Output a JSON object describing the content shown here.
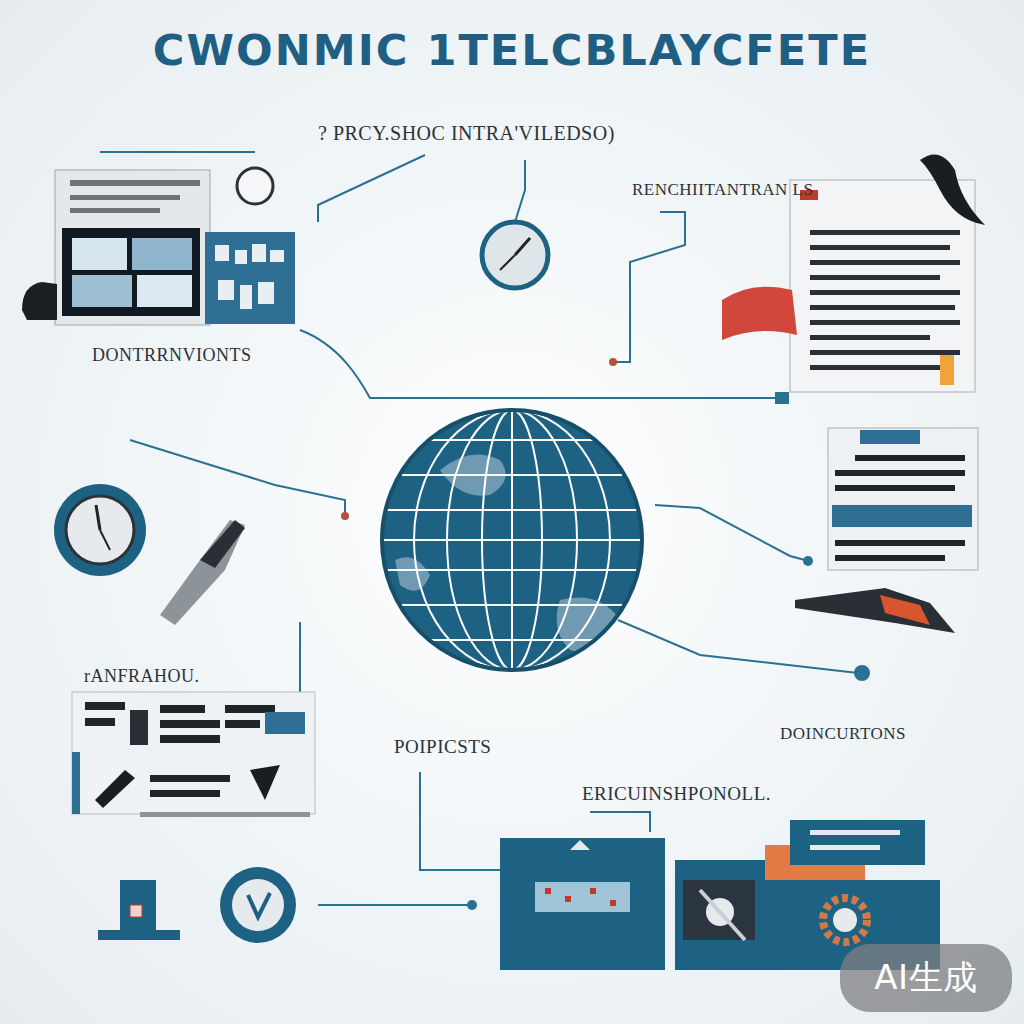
{
  "diagram": {
    "title": "CWONMIC 1TELCBLAYCFETE",
    "labels": [
      "? PRCY.SHOC INTRA'VILEDSO)",
      "RENCHIITANTRAN LS",
      "DONTRRNVIONTS",
      "rANFRAHOU.",
      "POIPICSTS",
      "DOINCURTONS",
      "ERICUINSHPONOLL.",
      "AI生成"
    ]
  }
}
